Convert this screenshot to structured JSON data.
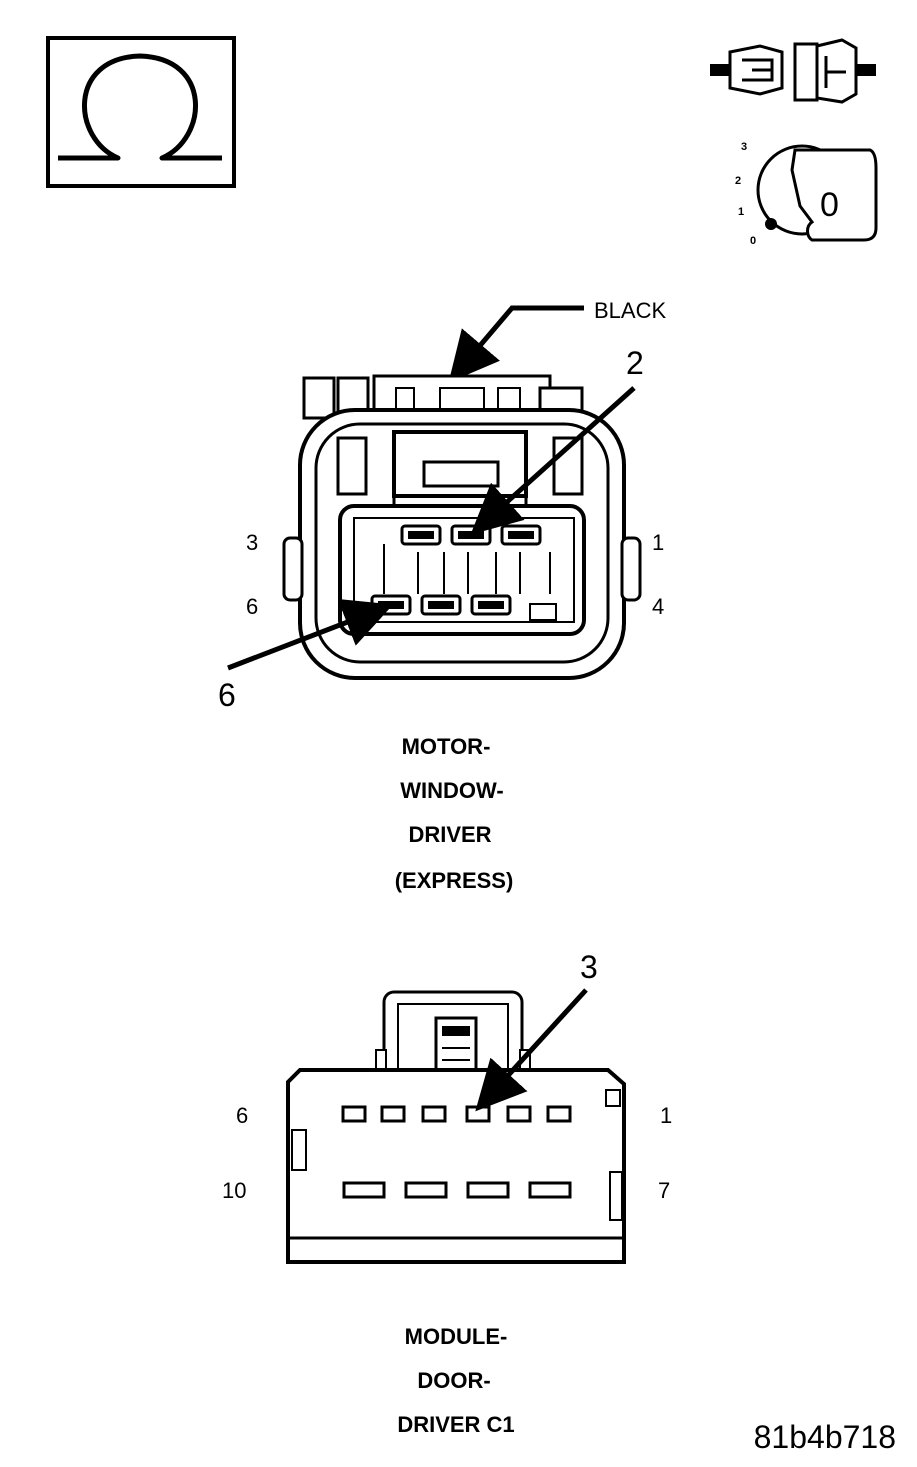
{
  "icons": {
    "ohmmeter": "ohm-icon",
    "disconnect": "connector-disconnect-icon",
    "ignition": "ignition-key-off-icon"
  },
  "ignition": {
    "positions": [
      "3",
      "2",
      "1",
      "0"
    ],
    "key_label": "0"
  },
  "motor_connector": {
    "color_label": "BLACK",
    "pin_labels": {
      "top_left": "3",
      "top_right": "1",
      "bottom_left": "6",
      "bottom_right": "4"
    },
    "callouts": [
      "2",
      "6"
    ],
    "caption": [
      "MOTOR-",
      "WINDOW-",
      "DRIVER",
      "(EXPRESS)"
    ]
  },
  "module_connector": {
    "pin_labels": {
      "top_left": "6",
      "top_right": "1",
      "bottom_left": "10",
      "bottom_right": "7"
    },
    "callout": "3",
    "caption": [
      "MODULE-",
      "DOOR-",
      "DRIVER C1"
    ]
  },
  "figure_id": "81b4b718"
}
